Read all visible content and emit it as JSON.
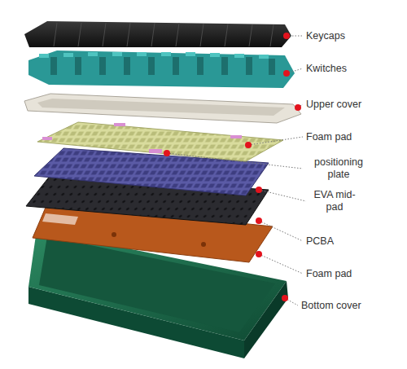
{
  "diagram": {
    "labels": [
      "Keycaps",
      "Kwitches",
      "Upper cover",
      "Foam pad",
      "positioning plate",
      "EVA mid-pad",
      "PCBA",
      "Foam pad",
      "Bottom cover"
    ]
  }
}
